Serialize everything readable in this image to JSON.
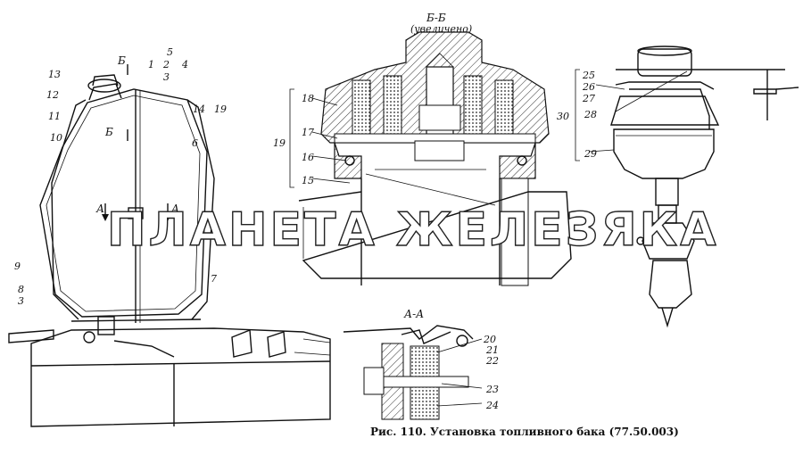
{
  "labels": {
    "l1": "1",
    "l2": "2",
    "l3": "3",
    "l4": "4",
    "l5": "5",
    "l6": "6",
    "l7": "7",
    "l8": "8",
    "l3b": "3",
    "l9": "9",
    "l10": "10",
    "l11": "11",
    "l12": "12",
    "l13": "13",
    "l14": "14",
    "l15": "15",
    "l16": "16",
    "l17": "17",
    "l18": "18",
    "l19": "19",
    "l19b": "19",
    "l20": "20",
    "l21": "21",
    "l22": "22",
    "l23": "23",
    "l24": "24",
    "l25": "25",
    "l26": "26",
    "l27": "27",
    "l28": "28",
    "l29": "29",
    "l30": "30"
  },
  "sections": {
    "bb_title": "Б-Б",
    "bb_note": "(увеличено)",
    "aa_title": "А-А",
    "mark_b": "Б",
    "mark_a": "А"
  },
  "watermark": "ПЛАНЕТА ЖЕЛЕЗЯКА",
  "caption": "Рис. 110. Установка топливного бака (77.50.003)"
}
